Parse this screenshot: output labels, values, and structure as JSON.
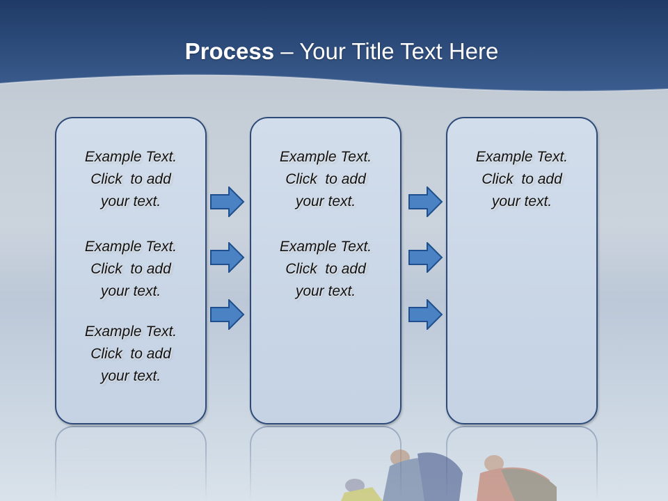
{
  "slide": {
    "title_bold": "Process",
    "title_rest": " – Your Title Text Here"
  },
  "columns": [
    {
      "blocks": [
        {
          "lines": [
            "Example Text.",
            "Click  to add",
            "your text."
          ]
        },
        {
          "lines": [
            "Example Text.",
            "Click  to add",
            "your text."
          ]
        },
        {
          "lines": [
            "Example Text.",
            "Click  to add",
            "your text."
          ]
        }
      ]
    },
    {
      "blocks": [
        {
          "lines": [
            "Example Text.",
            "Click  to add",
            "your text."
          ]
        },
        {
          "lines": [
            "Example Text.",
            "Click  to add",
            "your text."
          ]
        }
      ]
    },
    {
      "blocks": [
        {
          "lines": [
            "Example Text.",
            "Click  to add",
            "your text."
          ]
        }
      ]
    }
  ],
  "colors": {
    "header": "#2c4a7a",
    "card_border": "#2e4a78",
    "arrow_fill": "#4a82c4",
    "arrow_stroke": "#1f4f8c"
  }
}
